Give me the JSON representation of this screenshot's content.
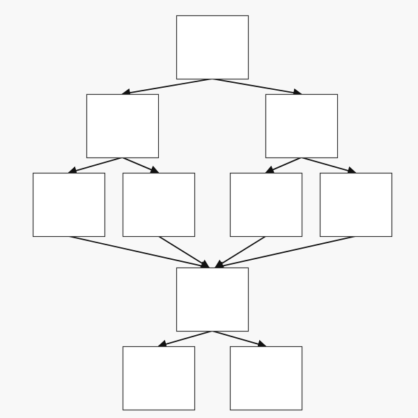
{
  "diagram": {
    "type": "flowchart",
    "node_fill": "#ffffff",
    "node_stroke": "#333333",
    "edge_color": "#111111",
    "background": "#f8f8f8",
    "nodes": [
      {
        "id": "n1",
        "label": ""
      },
      {
        "id": "n2",
        "label": ""
      },
      {
        "id": "n3",
        "label": ""
      },
      {
        "id": "n4",
        "label": ""
      },
      {
        "id": "n5",
        "label": ""
      },
      {
        "id": "n6",
        "label": ""
      },
      {
        "id": "n7",
        "label": ""
      },
      {
        "id": "n8",
        "label": ""
      },
      {
        "id": "n9",
        "label": ""
      },
      {
        "id": "n10",
        "label": ""
      }
    ],
    "edges": [
      {
        "from": "n1",
        "to": "n2"
      },
      {
        "from": "n1",
        "to": "n3"
      },
      {
        "from": "n2",
        "to": "n4"
      },
      {
        "from": "n2",
        "to": "n5"
      },
      {
        "from": "n3",
        "to": "n6"
      },
      {
        "from": "n3",
        "to": "n7"
      },
      {
        "from": "n4",
        "to": "n8"
      },
      {
        "from": "n5",
        "to": "n8"
      },
      {
        "from": "n6",
        "to": "n8"
      },
      {
        "from": "n7",
        "to": "n8"
      },
      {
        "from": "n8",
        "to": "n9"
      },
      {
        "from": "n8",
        "to": "n10"
      }
    ]
  }
}
